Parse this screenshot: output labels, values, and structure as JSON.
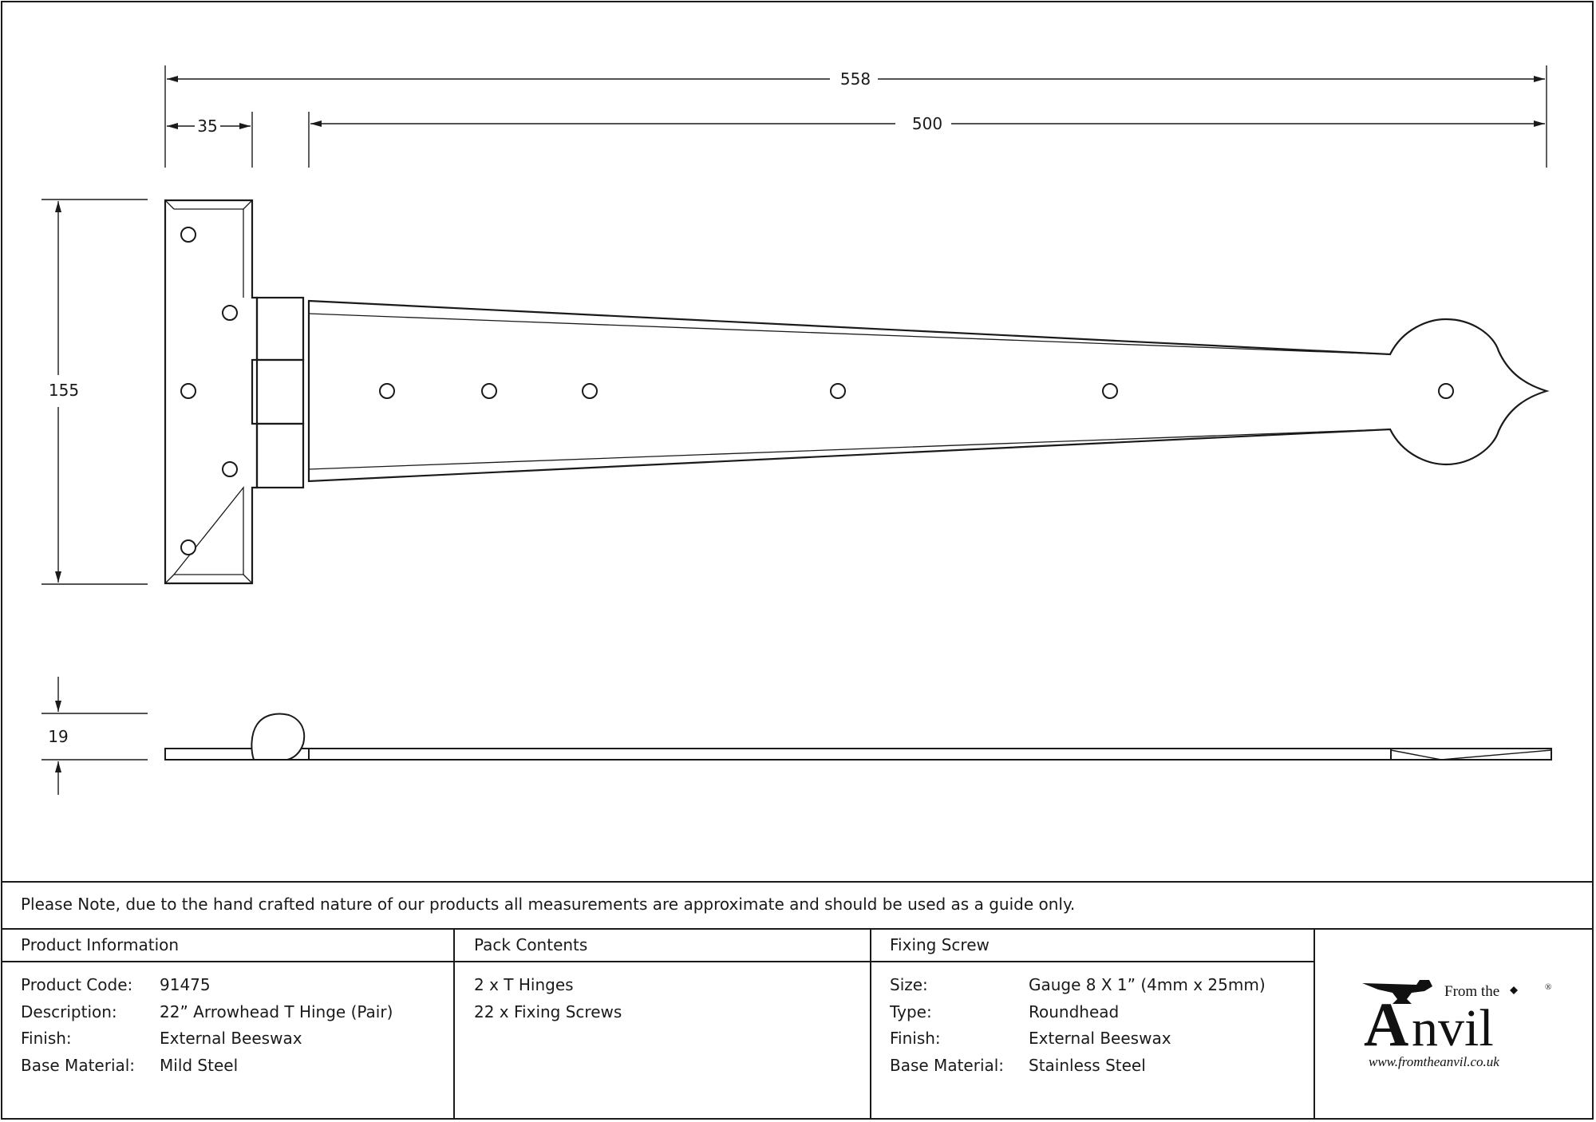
{
  "dimensions": {
    "overall_length": "558",
    "strap_length": "500",
    "plate_width": "35",
    "height": "155",
    "thickness": "19"
  },
  "note": "Please Note, due to the hand crafted nature of our products all measurements are approximate and should be used as a guide only.",
  "product_information": {
    "heading": "Product Information",
    "rows": [
      {
        "label": "Product Code:",
        "value": "91475"
      },
      {
        "label": "Description:",
        "value": "22” Arrowhead T Hinge (Pair)"
      },
      {
        "label": "Finish:",
        "value": "External Beeswax"
      },
      {
        "label": "Base Material:",
        "value": "Mild Steel"
      }
    ]
  },
  "pack_contents": {
    "heading": "Pack Contents",
    "items": [
      "2 x T Hinges",
      "22 x Fixing Screws"
    ]
  },
  "fixing_screw": {
    "heading": "Fixing Screw",
    "rows": [
      {
        "label": "Size:",
        "value": "Gauge 8 X 1” (4mm x 25mm)"
      },
      {
        "label": "Type:",
        "value": "Roundhead"
      },
      {
        "label": "Finish:",
        "value": "External Beeswax"
      },
      {
        "label": "Base Material:",
        "value": "Stainless Steel"
      }
    ]
  },
  "logo": {
    "from_the": "From the",
    "brand": "nvil",
    "initial": "A",
    "registered": "®",
    "url": "www.fromtheanvil.co.uk"
  },
  "colors": {
    "line": "#1a1a1a",
    "background": "#ffffff"
  }
}
